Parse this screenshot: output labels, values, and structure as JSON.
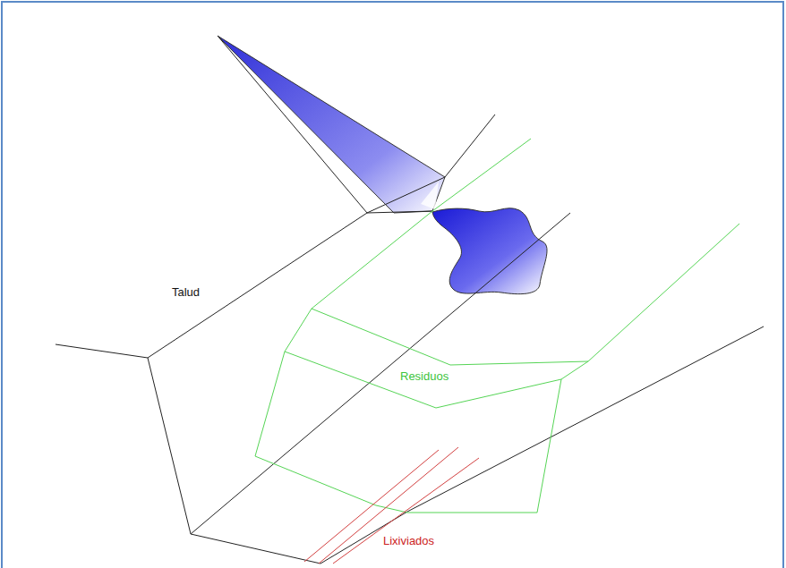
{
  "diagram": {
    "labels": [
      "Talud",
      "Residuos",
      "Lixiviados"
    ]
  }
}
